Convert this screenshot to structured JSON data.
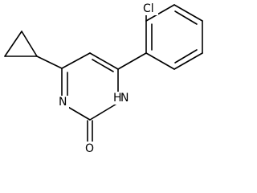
{
  "molecule": {
    "atom_labels": {
      "chlorine": "Cl",
      "nitrogen_imine": "N",
      "nitrogen_amide_n": "N",
      "nitrogen_amide_h": "H",
      "oxygen": "O"
    }
  }
}
